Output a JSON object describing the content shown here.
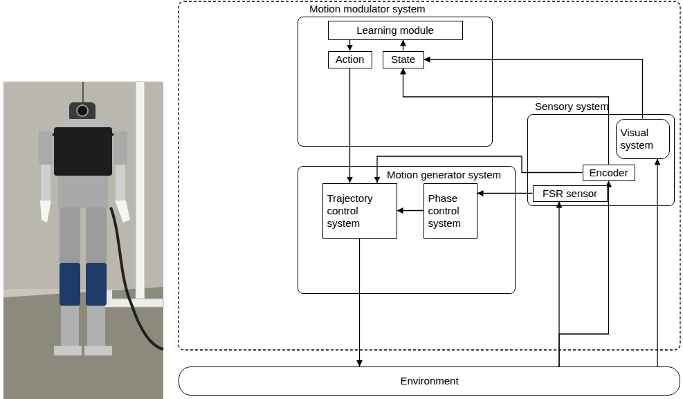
{
  "diagram": {
    "nodes": [
      {
        "text": [
          "Motion modulator system"
        ]
      },
      {
        "text": [
          "Learning module"
        ],
        "in": 0
      },
      {
        "text": [
          "Action"
        ],
        "in": 0
      },
      {
        "text": [
          "State"
        ],
        "in": 0
      },
      {
        "text": [
          "Motion generator system"
        ]
      },
      {
        "text": [
          "Trajectory control system"
        ],
        "in": 4
      },
      {
        "text": [
          "Phase control system"
        ],
        "in": 4
      },
      {
        "text": [
          "Sensory system"
        ]
      },
      {
        "text": [
          "Visual system"
        ],
        "in": 7
      },
      {
        "text": [
          "Encoder"
        ],
        "in": 7
      },
      {
        "text": [
          "FSR sensor"
        ],
        "in": 7
      },
      {
        "text": [
          "Environment"
        ]
      }
    ],
    "edges": [
      {
        "from": 1,
        "to": 2,
        "arrow": "to"
      },
      {
        "from": 3,
        "to": 1,
        "arrow": "to"
      },
      {
        "from": 2,
        "to": 5,
        "arrow": "to"
      },
      {
        "from": 8,
        "to": 3,
        "arrow": "to"
      },
      {
        "from": 9,
        "to": 3,
        "arrow": "to"
      },
      {
        "from": 9,
        "to": 5,
        "arrow": "to"
      },
      {
        "from": 10,
        "to": 6,
        "arrow": "to"
      },
      {
        "from": 6,
        "to": 5,
        "arrow": "to"
      },
      {
        "from": 5,
        "to": 11,
        "arrow": "to"
      },
      {
        "from": 11,
        "to": 10,
        "arrow": "to"
      },
      {
        "from": 11,
        "to": 9,
        "arrow": "to"
      },
      {
        "from": 11,
        "to": 8,
        "arrow": "to"
      }
    ]
  }
}
